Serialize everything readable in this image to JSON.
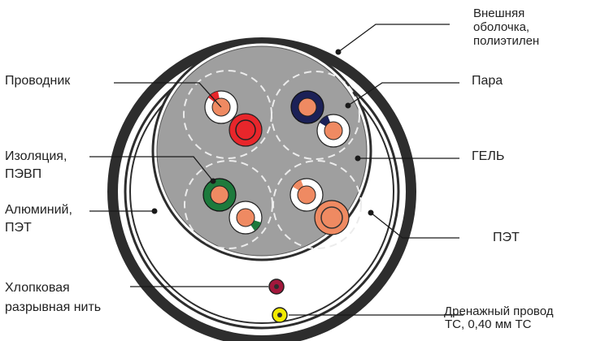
{
  "labels": {
    "outer_sheath": [
      "Внешняя",
      "оболочка,",
      "полиэтилен"
    ],
    "conductor": "Проводник",
    "pair": "Пара",
    "gel": "ГЕЛЬ",
    "insulation": [
      "Изоляция,",
      "ПЭВП"
    ],
    "aluminium": [
      "Алюминий,",
      "ПЭТ"
    ],
    "pet": "ПЭТ",
    "cotton_thread": [
      "Хлопковая",
      "разрывная нить"
    ],
    "drain_wire": [
      "Дренажный провод",
      "ТС, 0,40 мм ТС"
    ]
  },
  "colors": {
    "sheath": "#333333",
    "core": "#9f9f9f",
    "conductor": "#ef8a62",
    "pair_red": "#e8262b",
    "pair_blue": "#1c2157",
    "pair_green": "#1d7a3c",
    "pair_orange": "#ef8a62",
    "thread": "#a3183c",
    "drain_wire": "#f2ea00",
    "leader": "#1a1a1a"
  }
}
